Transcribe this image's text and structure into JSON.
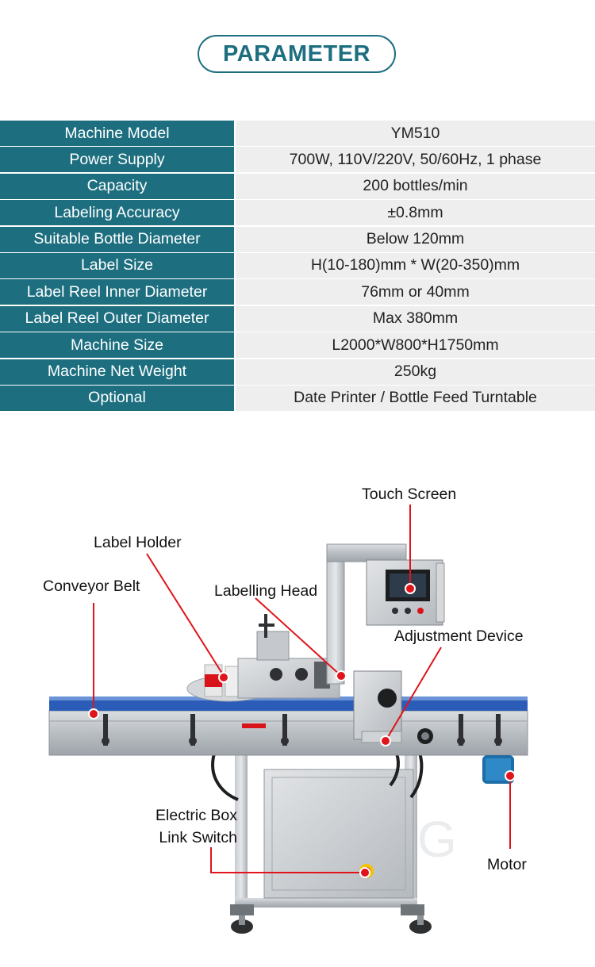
{
  "header": {
    "title": "PARAMETER"
  },
  "specs": [
    {
      "label": "Machine Model",
      "value": "YM510"
    },
    {
      "label": "Power Supply",
      "value": "700W, 110V/220V, 50/60Hz, 1 phase"
    },
    {
      "label": "Capacity",
      "value": "200 bottles/min"
    },
    {
      "label": "Labeling Accuracy",
      "value": "±0.8mm"
    },
    {
      "label": "Suitable Bottle Diameter",
      "value": "Below 120mm"
    },
    {
      "label": "Label Size",
      "value": "H(10-180)mm * W(20-350)mm"
    },
    {
      "label": "Label Reel Inner Diameter",
      "value": "76mm or 40mm"
    },
    {
      "label": "Label Reel Outer Diameter",
      "value": "Max 380mm"
    },
    {
      "label": "Machine Size",
      "value": "L2000*W800*H1750mm"
    },
    {
      "label": "Machine Net Weight",
      "value": "250kg"
    },
    {
      "label": "Optional",
      "value": "Date Printer / Bottle Feed Turntable"
    }
  ],
  "callouts": {
    "touch_screen": "Touch Screen",
    "label_holder": "Label Holder",
    "conveyor_belt": "Conveyor Belt",
    "labelling_head": "Labelling Head",
    "adjustment_device": "Adjustment Device",
    "electric_box": "Electric Box",
    "link_switch": "Link Switch",
    "motor": "Motor"
  },
  "colors": {
    "teal": "#1d6f80",
    "cell_bg": "#eeeeee",
    "callout_line": "#e0141b"
  },
  "watermark": "YMG"
}
